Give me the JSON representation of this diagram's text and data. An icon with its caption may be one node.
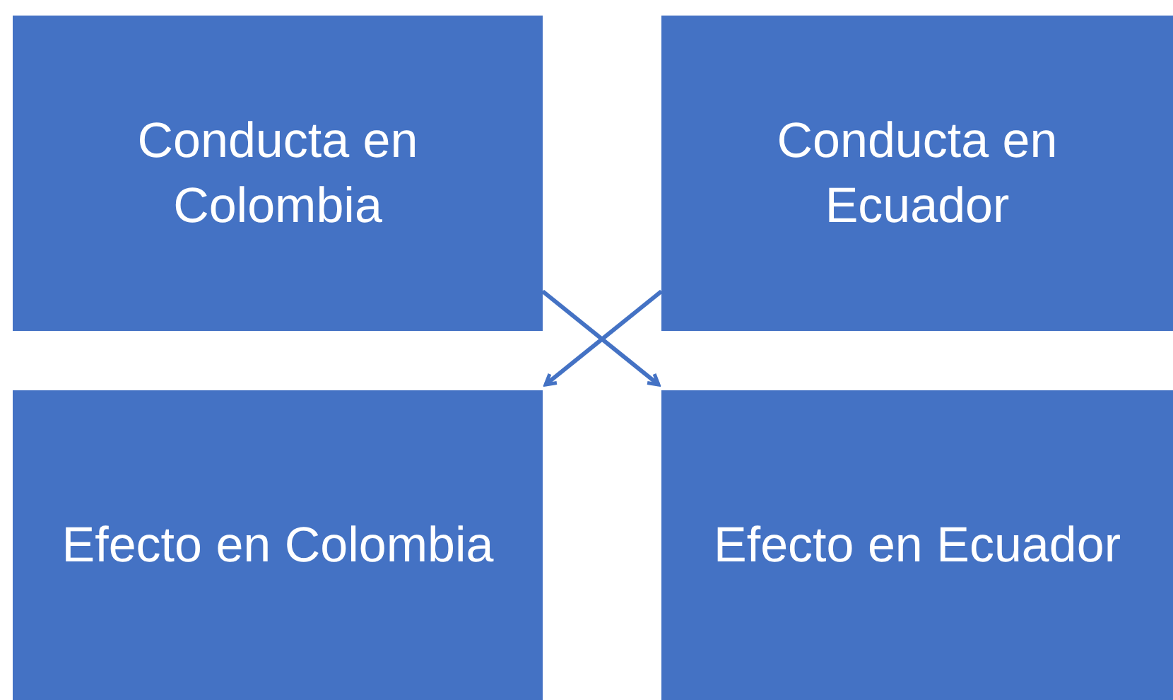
{
  "diagram": {
    "nodes": [
      {
        "text": [
          "Conducta en Colombia"
        ]
      },
      {
        "text": [
          "Conducta en Ecuador"
        ]
      },
      {
        "text": [
          "Efecto en Colombia"
        ]
      },
      {
        "text": [
          "Efecto en Ecuador"
        ]
      }
    ],
    "edges": [
      {
        "from": 0,
        "to": 3,
        "arrow": "to"
      },
      {
        "from": 1,
        "to": 2,
        "arrow": "to"
      }
    ]
  }
}
